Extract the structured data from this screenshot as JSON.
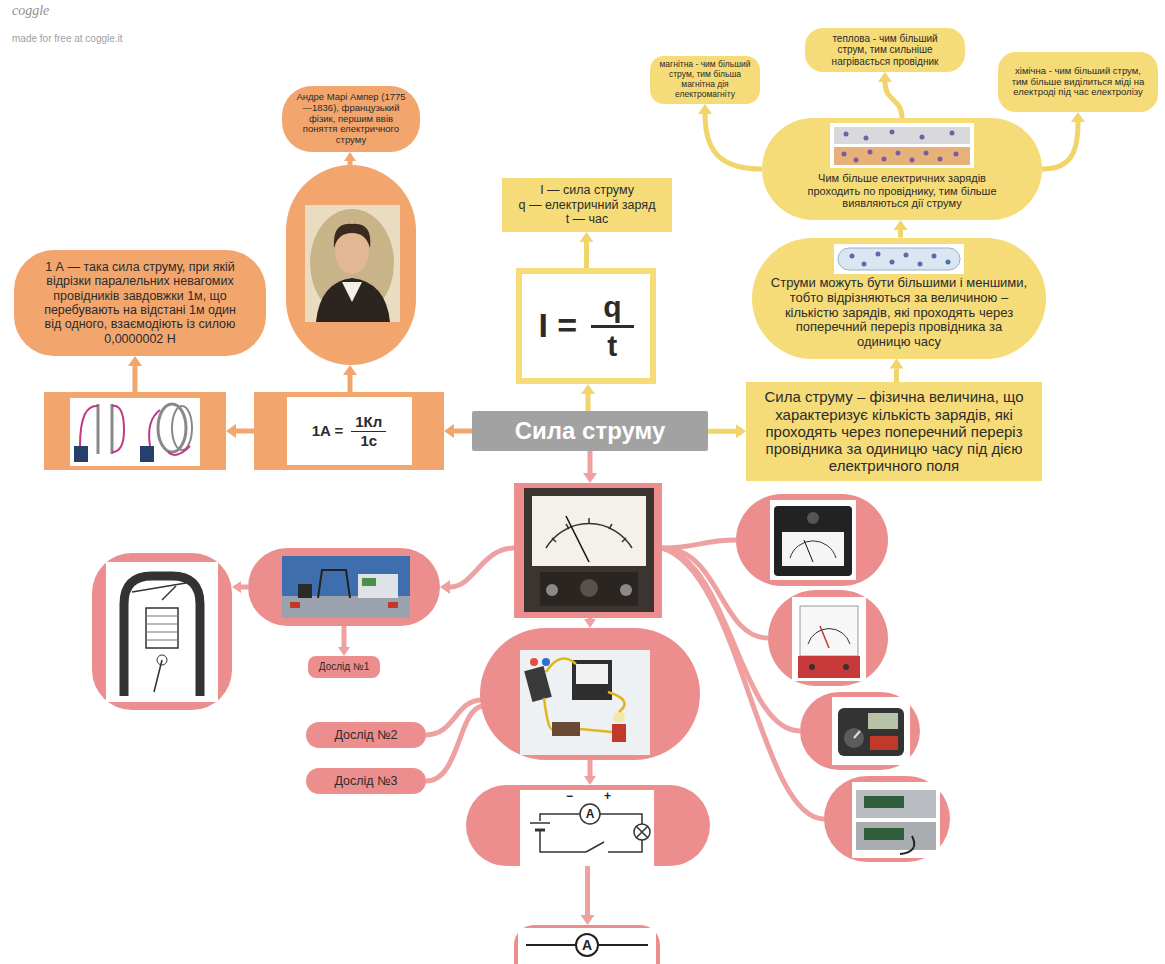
{
  "diagram": {
    "nodes": [
      {
        "text": [
          "Сила струму"
        ]
      },
      {
        "text": [
          "Сила струму – фізична величина, що характеризує кількість зарядів, які проходять через поперечний переріз провідника за одиницю часу під дією електричного поля"
        ]
      },
      {
        "text": [
          "Струми можуть бути більшими і меншими, тобто відрізняються за величиною – кількістю зарядів, які проходять через поперечний переріз провідника за одиницю часу"
        ]
      },
      {
        "text": [
          "Чим більше електричних зарядів проходить по провіднику, тим більше виявляються дії струму"
        ]
      },
      {
        "text": [
          "магнітна - чим більший струм, тим більша магнітна дія електромагніту"
        ]
      },
      {
        "text": [
          "теплова - чим більший струм, тим сильніше нагрівається провідник"
        ]
      },
      {
        "text": [
          "хімічна - чим більший струм, тим більше виділиться міді на електроді під час електролізу"
        ]
      },
      {
        "text": [
          "I =",
          "q",
          "t"
        ]
      },
      {
        "text": [
          "I — сила струму",
          "q — електричний заряд",
          "t — час"
        ]
      },
      {
        "text": [
          "1A =",
          "1Кл",
          "1с"
        ]
      },
      {
        "text": [
          "Андре Марі Ампер (1775—1836), французький фізик, першим ввів поняття електричного струму"
        ]
      },
      {
        "text": [
          "1 А — така сила струму, при якій відрізки паралельних невагомих провідників завдовжки 1м, що перебувають на відстані 1м один від одного, взаємодіють із силою 0,0000002 Н"
        ]
      },
      {
        "text": [
          "Дослід №1"
        ]
      },
      {
        "text": [
          "Дослід №2"
        ]
      },
      {
        "text": [
          "Дослід №3"
        ]
      },
      {
        "text": [
          "A"
        ]
      },
      {
        "text": [
          "A"
        ]
      }
    ],
    "edges": [
      {
        "from": 0,
        "to": 1,
        "arrow": "to"
      },
      {
        "from": 1,
        "to": 2,
        "arrow": "to"
      },
      {
        "from": 2,
        "to": 3,
        "arrow": "to"
      },
      {
        "from": 3,
        "to": 4,
        "arrow": "to"
      },
      {
        "from": 3,
        "to": 5,
        "arrow": "to"
      },
      {
        "from": 3,
        "to": 6,
        "arrow": "to"
      },
      {
        "from": 0,
        "to": 7,
        "arrow": "to"
      },
      {
        "from": 7,
        "to": 8,
        "arrow": "to"
      },
      {
        "from": 0,
        "to": 9,
        "arrow": "to"
      },
      {
        "from": 15,
        "to": 16,
        "arrow": "to"
      }
    ],
    "labels": [
      "coggle",
      "made for free at coggle.it",
      "−",
      "+"
    ]
  }
}
